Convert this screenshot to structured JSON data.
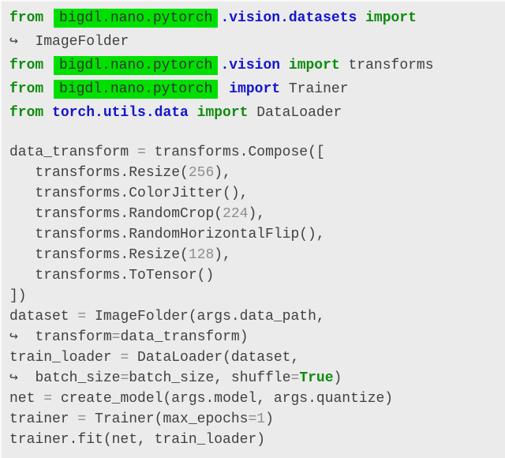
{
  "meta": {
    "content_type": "syntax-highlighted code listing",
    "language": "Python"
  },
  "colors": {
    "background": "#ebebeb",
    "page_edge": "#f8f8f8",
    "code_text": "#414141",
    "literal": "#8e8e8e",
    "keyword_green": "#0e8c0e",
    "namespace_blue": "#1414cf",
    "highlight_background": "#00e000",
    "highlight_text": "#333333"
  },
  "icons": {
    "line_continuation_arrow": "↪"
  },
  "code": {
    "highlighted_module": "bigdl.nano.pytorch",
    "lines": [
      {
        "segments": [
          {
            "style": "kw",
            "text": "from "
          },
          {
            "style": "hl",
            "text": "bigdl.nano.pytorch"
          },
          {
            "style": "ns",
            "text": ".vision.datasets"
          },
          {
            "style": "plain",
            "text": " "
          },
          {
            "style": "kw",
            "text": "import"
          }
        ]
      },
      {
        "segments": [
          {
            "style": "arrow",
            "text": "↪"
          },
          {
            "style": "plain",
            "text": "  ImageFolder"
          }
        ]
      },
      {
        "segments": [
          {
            "style": "kw",
            "text": "from "
          },
          {
            "style": "hl",
            "text": "bigdl.nano.pytorch"
          },
          {
            "style": "ns",
            "text": ".vision"
          },
          {
            "style": "plain",
            "text": " "
          },
          {
            "style": "kw",
            "text": "import"
          },
          {
            "style": "plain",
            "text": " transforms"
          }
        ]
      },
      {
        "segments": [
          {
            "style": "kw",
            "text": "from "
          },
          {
            "style": "hl",
            "text": "bigdl.nano.pytorch"
          },
          {
            "style": "plain",
            "text": " "
          },
          {
            "style": "ns",
            "text": "import"
          },
          {
            "style": "plain",
            "text": " Trainer"
          }
        ]
      },
      {
        "segments": [
          {
            "style": "kw",
            "text": "from "
          },
          {
            "style": "ns",
            "text": "torch.utils.data"
          },
          {
            "style": "plain",
            "text": " "
          },
          {
            "style": "kw",
            "text": "import"
          },
          {
            "style": "plain",
            "text": " DataLoader"
          }
        ]
      },
      {
        "segments": []
      },
      {
        "segments": [
          {
            "style": "plain",
            "text": "data_transform "
          },
          {
            "style": "lit",
            "text": "="
          },
          {
            "style": "plain",
            "text": " transforms.Compose(["
          }
        ]
      },
      {
        "segments": [
          {
            "style": "plain",
            "text": "   transforms.Resize("
          },
          {
            "style": "lit",
            "text": "256"
          },
          {
            "style": "plain",
            "text": "),"
          }
        ]
      },
      {
        "segments": [
          {
            "style": "plain",
            "text": "   transforms.ColorJitter(),"
          }
        ]
      },
      {
        "segments": [
          {
            "style": "plain",
            "text": "   transforms.RandomCrop("
          },
          {
            "style": "lit",
            "text": "224"
          },
          {
            "style": "plain",
            "text": "),"
          }
        ]
      },
      {
        "segments": [
          {
            "style": "plain",
            "text": "   transforms.RandomHorizontalFlip(),"
          }
        ]
      },
      {
        "segments": [
          {
            "style": "plain",
            "text": "   transforms.Resize("
          },
          {
            "style": "lit",
            "text": "128"
          },
          {
            "style": "plain",
            "text": "),"
          }
        ]
      },
      {
        "segments": [
          {
            "style": "plain",
            "text": "   transforms.ToTensor()"
          }
        ]
      },
      {
        "segments": [
          {
            "style": "plain",
            "text": "])"
          }
        ]
      },
      {
        "segments": [
          {
            "style": "plain",
            "text": "dataset "
          },
          {
            "style": "lit",
            "text": "="
          },
          {
            "style": "plain",
            "text": " ImageFolder(args.data_path,"
          }
        ]
      },
      {
        "segments": [
          {
            "style": "arrow",
            "text": "↪"
          },
          {
            "style": "plain",
            "text": "  transform"
          },
          {
            "style": "lit",
            "text": "="
          },
          {
            "style": "plain",
            "text": "data_transform)"
          }
        ]
      },
      {
        "segments": [
          {
            "style": "plain",
            "text": "train_loader "
          },
          {
            "style": "lit",
            "text": "="
          },
          {
            "style": "plain",
            "text": " DataLoader(dataset,"
          }
        ]
      },
      {
        "segments": [
          {
            "style": "arrow",
            "text": "↪"
          },
          {
            "style": "plain",
            "text": "  batch_size"
          },
          {
            "style": "lit",
            "text": "="
          },
          {
            "style": "plain",
            "text": "batch_size, shuffle"
          },
          {
            "style": "lit",
            "text": "="
          },
          {
            "style": "kw",
            "text": "True"
          },
          {
            "style": "plain",
            "text": ")"
          }
        ]
      },
      {
        "segments": [
          {
            "style": "plain",
            "text": "net "
          },
          {
            "style": "lit",
            "text": "="
          },
          {
            "style": "plain",
            "text": " create_model(args.model, args.quantize)"
          }
        ]
      },
      {
        "segments": [
          {
            "style": "plain",
            "text": "trainer "
          },
          {
            "style": "lit",
            "text": "="
          },
          {
            "style": "plain",
            "text": " Trainer(max_epochs"
          },
          {
            "style": "lit",
            "text": "=1"
          },
          {
            "style": "plain",
            "text": ")"
          }
        ]
      },
      {
        "segments": [
          {
            "style": "plain",
            "text": "trainer.fit(net, train_loader)"
          }
        ]
      }
    ]
  }
}
